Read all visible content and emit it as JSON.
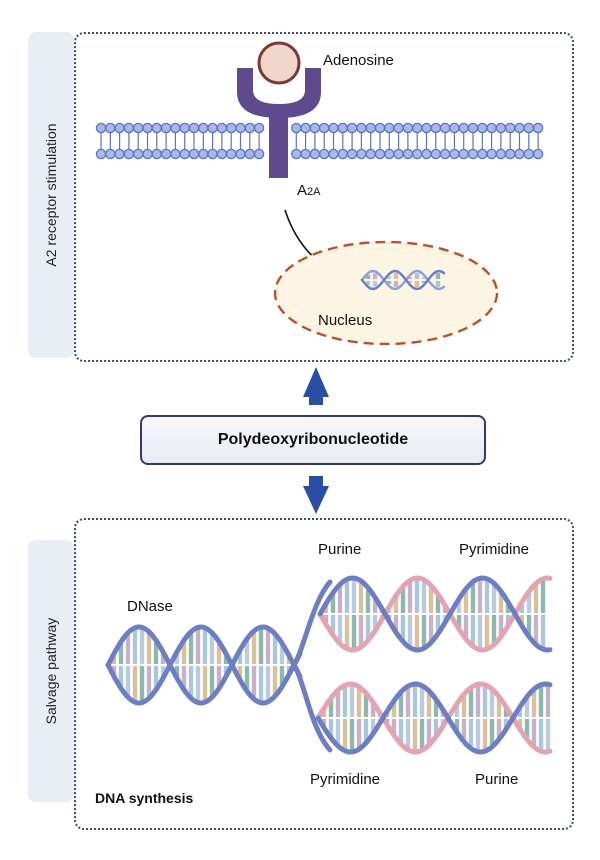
{
  "top_panel": {
    "side_label": "A2 receptor stimulation",
    "ligand_label": "Adenosine",
    "receptor_label_main": "A",
    "receptor_label_sub": "2A",
    "nucleus_label": "Nucleus"
  },
  "center": {
    "label": "Polydeoxyribonucleotide"
  },
  "bottom_panel": {
    "side_label": "Salvage pathway",
    "dnase_label": "DNase",
    "purine_top_label": "Purine",
    "pyrimidine_top_label": "Pyrimidine",
    "pyrimidine_bottom_label": "Pyrimidine",
    "purine_bottom_label": "Purine",
    "caption": "DNA synthesis"
  },
  "colors": {
    "panel_border": "#3c4a7e",
    "arrow_blue": "#2a4ea3",
    "receptor_purple": "#5e4a8c",
    "membrane_blue": "#5b73c4",
    "strand_blue": "#6d7fc2",
    "strand_pink": "#e3a3b0",
    "nucleus_border": "#b5542b",
    "nucleus_fill": "#fdf5e4"
  }
}
